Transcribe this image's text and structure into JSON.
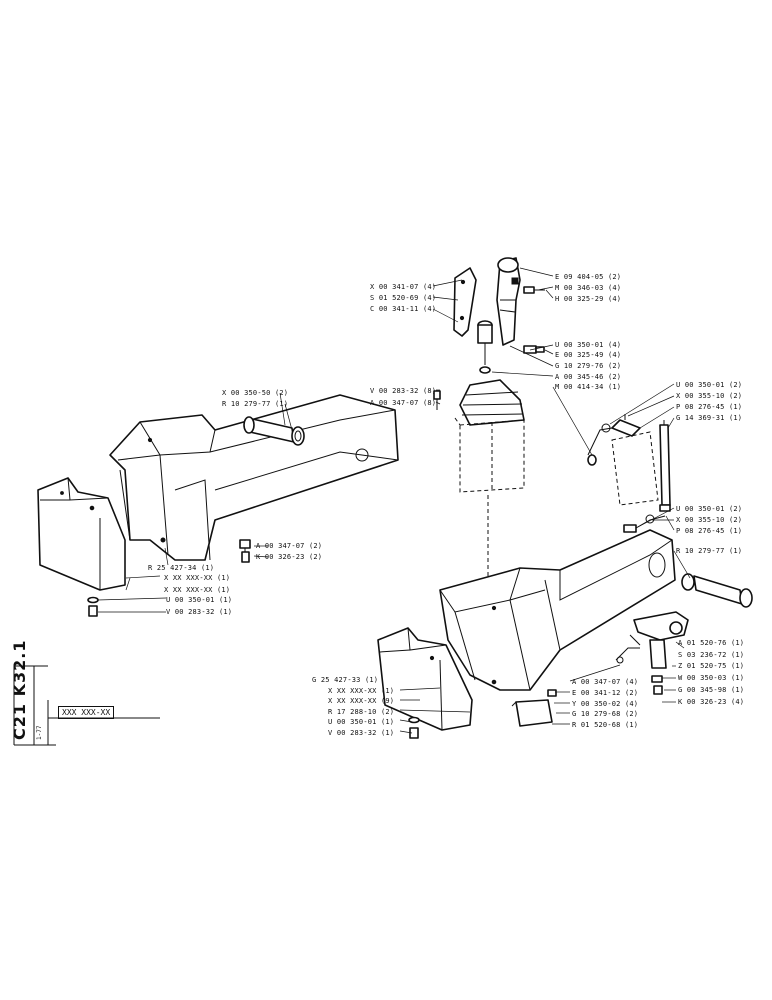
{
  "sheet": {
    "code": "C21  K32.1",
    "part_number": "XXX XXX-XX",
    "revision": "1-77"
  },
  "callouts": [
    "E 09 404-05 (2)",
    "X 00 341-07 (4)",
    "M 00 346-03 (4)",
    "S 01 520-69 (4)",
    "H 00 325-29 (4)",
    "C 00 341-11 (4)",
    "U 00 350-01 (4)",
    "E 00 325-49 (4)",
    "G 10 279-76 (2)",
    "A 00 345-46 (2)",
    "M 00 414-34 (1)",
    "V 00 283-32 (8)",
    "A 00 347-07 (8)",
    "U 00 350-01 (2)",
    "X 00 355-10 (2)",
    "P 08 276-45 (1)",
    "G 14 369-31 (1)",
    "X 00 350-50 (2)",
    "R 10 279-77 (1)",
    "U 00 350-01 (2)",
    "X 00 355-10 (2)",
    "P 08 276-45 (1)",
    "R 10 279-77 (1)",
    "A 00 347-07 (2)",
    "K 00 326-23 (2)",
    "R 25 427-34 (1)",
    "X XX XXX-XX (1)",
    "X XX XXX-XX (1)",
    "U 00 350-01 (1)",
    "V 00 283-32 (1)",
    "A 01 520-76 (1)",
    "S 03 236-72 (1)",
    "Z 01 520-75 (1)",
    "W 00 350-03 (1)",
    "G 00 345-98 (1)",
    "K 00 326-23 (4)",
    "G 25 427-33 (1)",
    "X XX XXX-XX (1)",
    "X XX XXX-XX (9)",
    "R 17 288-10 (2)",
    "U 00 350-01 (1)",
    "V 00 283-32 (1)",
    "A 00 347-07 (4)",
    "E 00 341-12 (2)",
    "Y 00 350-02 (4)",
    "G 10 279-68 (2)",
    "R 01 520-68 (1)"
  ]
}
